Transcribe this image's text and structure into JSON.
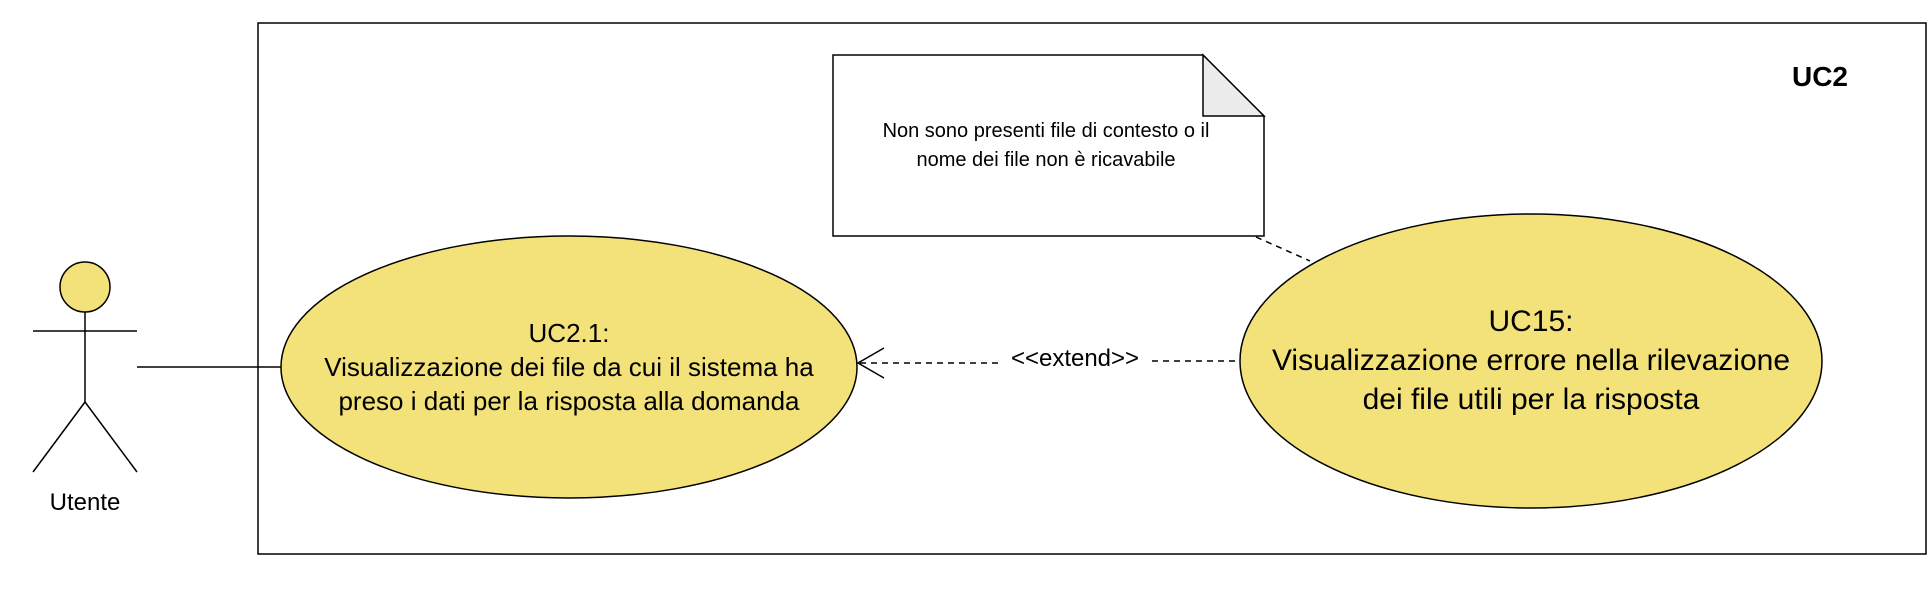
{
  "diagram": {
    "system_label": "UC2",
    "actor": {
      "name": "Utente"
    },
    "use_cases": {
      "uc2_1": {
        "title": "UC2.1:",
        "line1": "Visualizzazione dei file da cui il sistema ha",
        "line2": "preso i dati per la risposta alla domanda"
      },
      "uc15": {
        "title": "UC15:",
        "line1": "Visualizzazione errore nella rilevazione",
        "line2": "dei file utili per la risposta"
      }
    },
    "relation": {
      "label": "<<extend>>"
    },
    "note": {
      "line1": "Non sono presenti file di contesto o il",
      "line2": "nome dei file non è ricavabile"
    },
    "colors": {
      "use_case_fill": "#f3e27a",
      "actor_fill": "#f3e27a",
      "note_fold": "#ececec",
      "stroke": "#000000"
    }
  }
}
